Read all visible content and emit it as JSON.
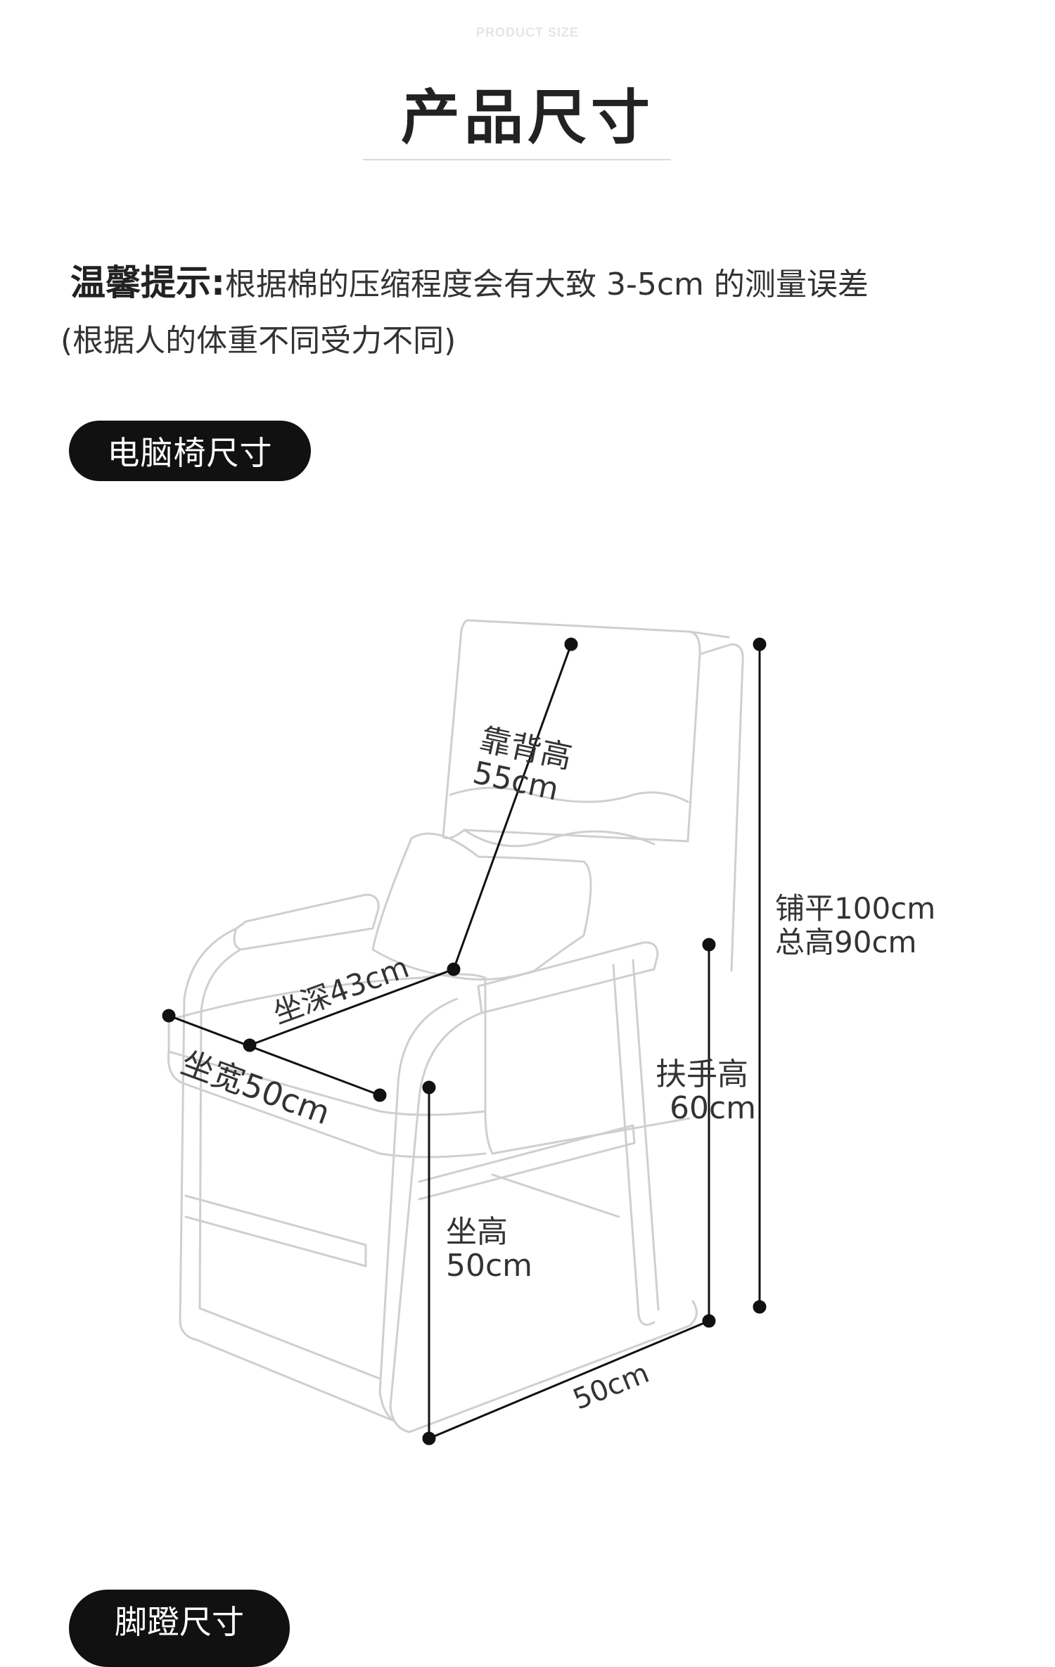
{
  "header": {
    "subtitle_en": "PRODUCT SIZE",
    "title": "产品尺寸"
  },
  "notice": {
    "label": "温馨提示:",
    "text": "根据棉的压缩程度会有大致 3-5cm 的测量误差",
    "note": "(根据人的体重不同受力不同)"
  },
  "sections": {
    "chair_label": "电脑椅尺寸",
    "footrest_label": "脚蹬尺寸"
  },
  "dimensions": {
    "backrest_label": "靠背高",
    "backrest_value": "55cm",
    "flat_length": "铺平100cm",
    "total_height": "总高90cm",
    "seat_depth": "坐深43cm",
    "seat_width": "坐宽50cm",
    "armrest_label": "扶手高",
    "armrest_value": "60cm",
    "seat_height_label": "坐高",
    "seat_height_value": "50cm",
    "base_width": "50cm"
  },
  "colors": {
    "line": "#111111",
    "outline": "#cfcfcf",
    "pill_bg": "#111111"
  }
}
